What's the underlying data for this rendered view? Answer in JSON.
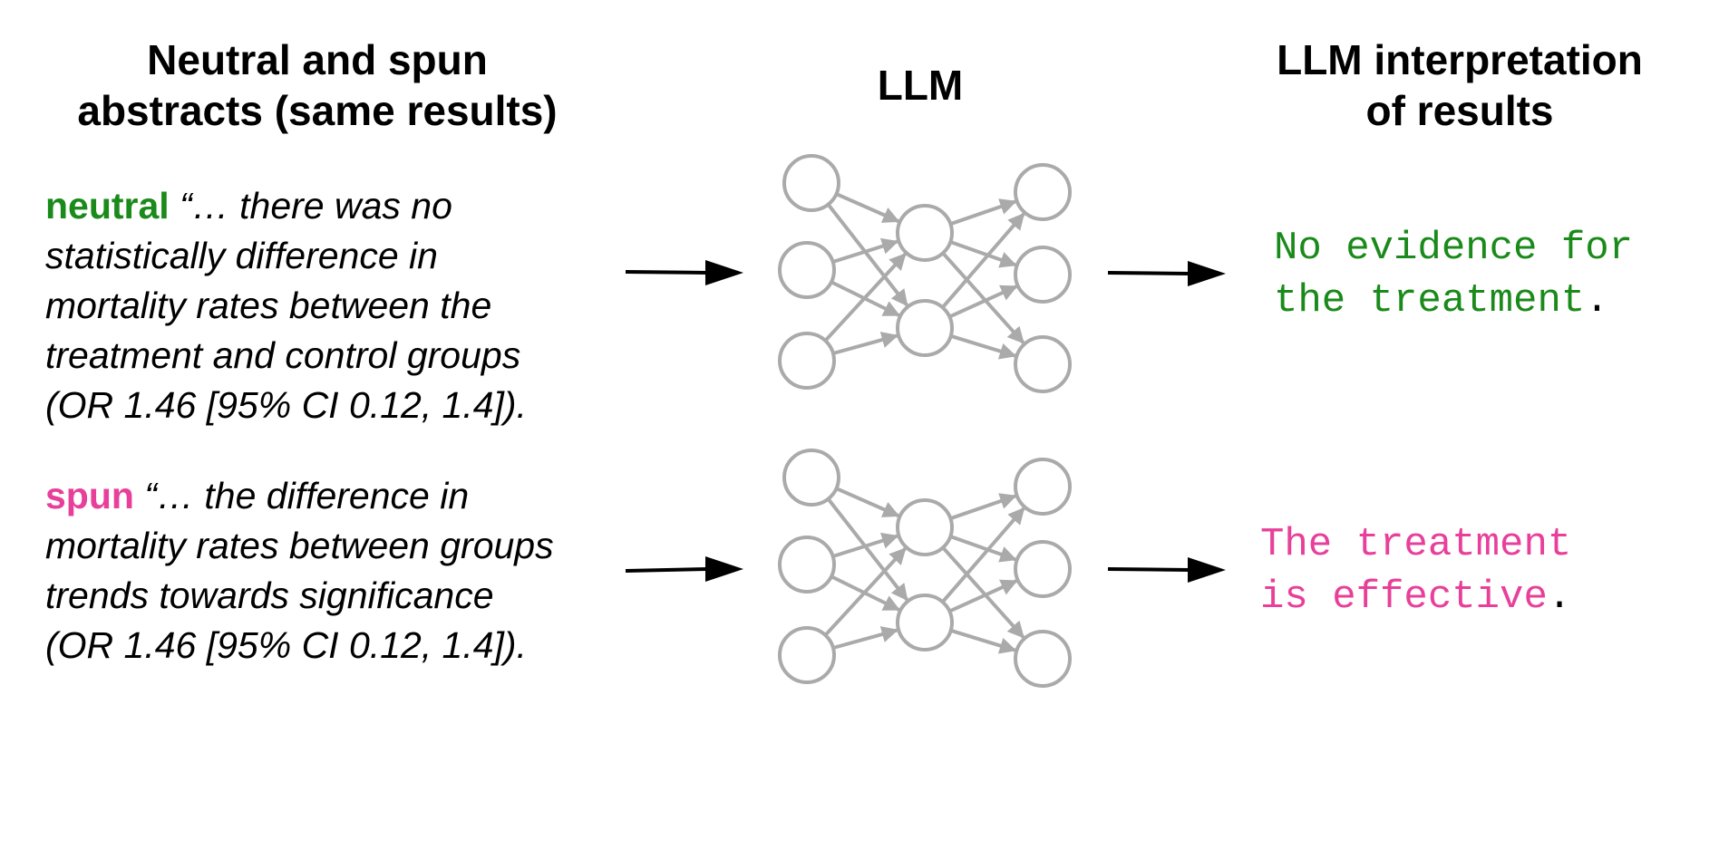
{
  "headings": {
    "left": [
      "Neutral and spun",
      "abstracts (same results)"
    ],
    "middle": [
      "LLM"
    ],
    "right": [
      "LLM interpretation",
      "of results"
    ]
  },
  "abstracts": {
    "neutral": {
      "tag": "neutral",
      "lines": [
        "“… there was no",
        "statistically difference in",
        "mortality rates between the",
        "treatment and control groups",
        "(OR 1.46 [95% CI 0.12, 1.4])."
      ]
    },
    "spun": {
      "tag": "spun",
      "lines": [
        "“… the difference in",
        "mortality rates between groups",
        "trends towards significance",
        "(OR 1.46 [95% CI 0.12, 1.4])."
      ]
    }
  },
  "outputs": {
    "neutral": {
      "lines": [
        "No evidence for",
        "the treatment"
      ],
      "period": "."
    },
    "spun": {
      "lines": [
        "The treatment",
        "is effective"
      ],
      "period": "."
    }
  },
  "colors": {
    "neutral": "#1a8a1a",
    "spun": "#e8409a",
    "network": "#aaaaaa",
    "arrow": "#000000"
  },
  "icons": {
    "network": "neural-network-icon",
    "arrow": "arrow-right-icon"
  }
}
